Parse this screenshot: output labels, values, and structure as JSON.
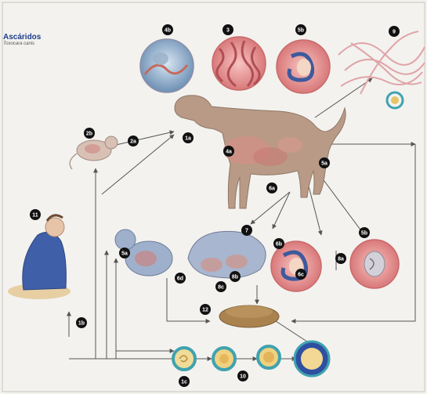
{
  "title": "Ascáridos",
  "subtitle": "Toxocara canis",
  "labels": {
    "4b": "4b",
    "3": "3",
    "5b": "5b",
    "9": "9",
    "2b": "2b",
    "2a": "2a",
    "1a": "1a",
    "4a": "4a",
    "5a": "5a",
    "6a": "6a",
    "11": "11",
    "5a2": "5a",
    "8a": "8a",
    "7": "7",
    "6b": "6b",
    "6c": "6c",
    "6d": "6d",
    "8b": "8b",
    "8c": "8c",
    "12": "12",
    "1b": "1b",
    "1c": "1c",
    "10": "10"
  },
  "colors": {
    "title": "#1d3c8c",
    "background": "#f3f2ee",
    "arrow": "#555555"
  }
}
